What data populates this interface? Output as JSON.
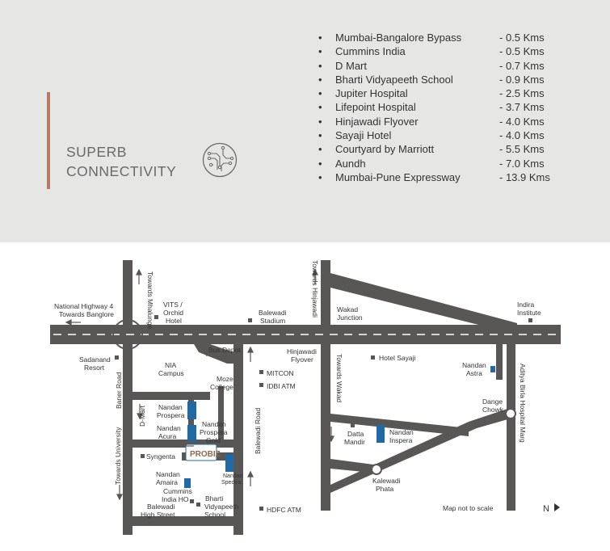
{
  "header": {
    "title_line1": "SUPERB",
    "title_line2": "CONNECTIVITY",
    "icon": "circuit-chip-icon"
  },
  "connectivity": [
    {
      "place": "Mumbai-Bangalore Bypass",
      "distance": "- 0.5 Kms"
    },
    {
      "place": "Cummins India",
      "distance": "- 0.5 Kms"
    },
    {
      "place": "D Mart",
      "distance": "- 0.7 Kms"
    },
    {
      "place": "Bharti Vidyapeeth School",
      "distance": "- 0.9 Kms"
    },
    {
      "place": "Jupiter Hospital",
      "distance": "- 2.5 Kms"
    },
    {
      "place": "Lifepoint Hospital",
      "distance": "- 3.7 Kms"
    },
    {
      "place": "Hinjawadi Flyover",
      "distance": "- 4.0 Kms"
    },
    {
      "place": "Sayaji Hotel",
      "distance": "- 4.0 Kms"
    },
    {
      "place": "Courtyard by Marriott",
      "distance": "- 5.5 Kms"
    },
    {
      "place": "Aundh",
      "distance": "- 7.0 Kms"
    },
    {
      "place": "Mumbai-Pune Expressway",
      "distance": "- 13.9 Kms"
    }
  ],
  "map": {
    "towards_mhalunge": "Towards Mhalunge",
    "towards_hinjawadi": "Towards Hinjawadi",
    "nh4_line1": "National Highway 4",
    "nh4_line2": "Towards Banglore",
    "vits_line1": "VITS /",
    "vits_line2": "Orchid",
    "vits_line3": "Hotel",
    "stadium_line1": "Balewadi",
    "stadium_line2": "Stadium",
    "wakad_line1": "Wakad",
    "wakad_line2": "Junction",
    "indira_line1": "Indira",
    "indira_line2": "Institute",
    "sadanand_line1": "Sadanand",
    "sadanand_line2": "Resort",
    "bus_depot": "Bus Depot",
    "hinjawadi_flyover_line1": "Hinjawadi",
    "hinjawadi_flyover_line2": "Flyover",
    "hotel_sayaji": "Hotel Sayaji",
    "nia_line1": "NIA",
    "nia_line2": "Campus",
    "mitcon": "MITCON",
    "moze_line1": "Moze",
    "moze_line2": "College",
    "idbi_atm": "IDBI ATM",
    "nandan_astra_line1": "Nandan",
    "nandan_astra_line2": "Astra",
    "towards_wakad": "Towards Wakad",
    "aditya_birla": "Aditya Birla Hospital Marg",
    "baner_road": "Baner Road",
    "dmart": "D-Mart",
    "nandan_prospera_line1": "Nandan",
    "nandan_prospera_line2": "Prospera",
    "nandan_acura_line1": "Nandan",
    "nandan_acura_line2": "Acura",
    "prospera_gold_line1": "Nandan",
    "prospera_gold_line2": "Prospera",
    "prospera_gold_line3": "Gold",
    "dange_line1": "Dange",
    "dange_line2": "Chowk",
    "datta_line1": "Datta",
    "datta_line2": "Mandir",
    "nandan_inspera_line1": "Nandan",
    "nandan_inspera_line2": "Inspera",
    "towards_university": "Towards University",
    "syngenta": "Syngenta",
    "probiz": "PROBIZ",
    "balewadi_road": "Balewadi Road",
    "nandan_amaira_line1": "Nandan",
    "nandan_amaira_line2": "Amaira",
    "nandan_spectra_line1": "Nandan",
    "nandan_spectra_line2": "Spectra",
    "cummins_line1": "Cummins",
    "cummins_line2": "India HO",
    "balewadi_hs_line1": "Balewadi",
    "balewadi_hs_line2": "High Street",
    "bharti_line1": "Bharti",
    "bharti_line2": "Vidyapeeth",
    "bharti_line3": "School",
    "hdfc_atm": "HDFC ATM",
    "kalewadi_line1": "Kalewadi",
    "kalewadi_line2": "Phata",
    "not_to_scale": "Map not to scale",
    "north": "N"
  },
  "colors": {
    "road": "#595756",
    "project_block": "#1f6aa5",
    "accent_bar": "#b97a64",
    "panel_bg": "#e6e6e5"
  }
}
